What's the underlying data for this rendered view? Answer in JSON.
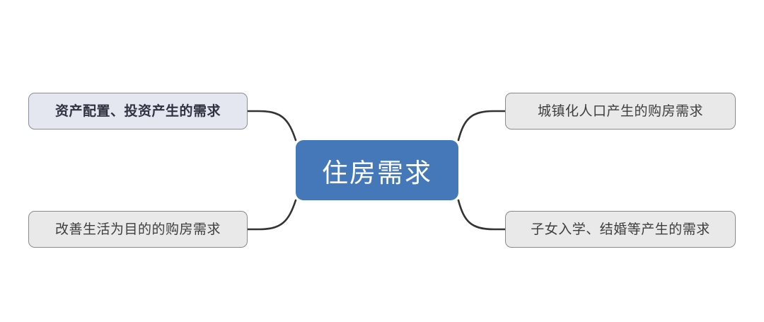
{
  "diagram": {
    "type": "mind-map",
    "title": "住房需求",
    "background_color": "#ffffff",
    "root": {
      "id": "root",
      "label": "住房需求",
      "fill_color": "#4478b8",
      "text_color": "#ffffff"
    },
    "branches": [
      {
        "id": "top-left",
        "label": "资产配置、投资产生的需求",
        "position": "top-left",
        "fill_color": "#e4e6f0",
        "border_color": "#8b8d9c",
        "text_color": "#2f3340",
        "emphasis": "bold"
      },
      {
        "id": "bottom-left",
        "label": "改善生活为目的的购房需求",
        "position": "bottom-left",
        "fill_color": "#e9e9e9",
        "border_color": "#8a8a8a",
        "text_color": "#3d3d3d",
        "emphasis": "normal"
      },
      {
        "id": "top-right",
        "label": "城镇化人口产生的购房需求",
        "position": "top-right",
        "fill_color": "#e9e9e9",
        "border_color": "#8a8a8a",
        "text_color": "#3d3d3d",
        "emphasis": "normal"
      },
      {
        "id": "bottom-right",
        "label": "子女入学、结婚等产生的需求",
        "position": "bottom-right",
        "fill_color": "#e9e9e9",
        "border_color": "#8a8a8a",
        "text_color": "#3d3d3d",
        "emphasis": "normal"
      }
    ],
    "connectors": [
      {
        "id": "connector-top-left",
        "from": "top-left",
        "to": "root",
        "stroke_color": "#333333"
      },
      {
        "id": "connector-bottom-left",
        "from": "bottom-left",
        "to": "root",
        "stroke_color": "#333333"
      },
      {
        "id": "connector-top-right",
        "from": "top-right",
        "to": "root",
        "stroke_color": "#333333"
      },
      {
        "id": "connector-bottom-right",
        "from": "bottom-right",
        "to": "root",
        "stroke_color": "#333333"
      }
    ]
  }
}
